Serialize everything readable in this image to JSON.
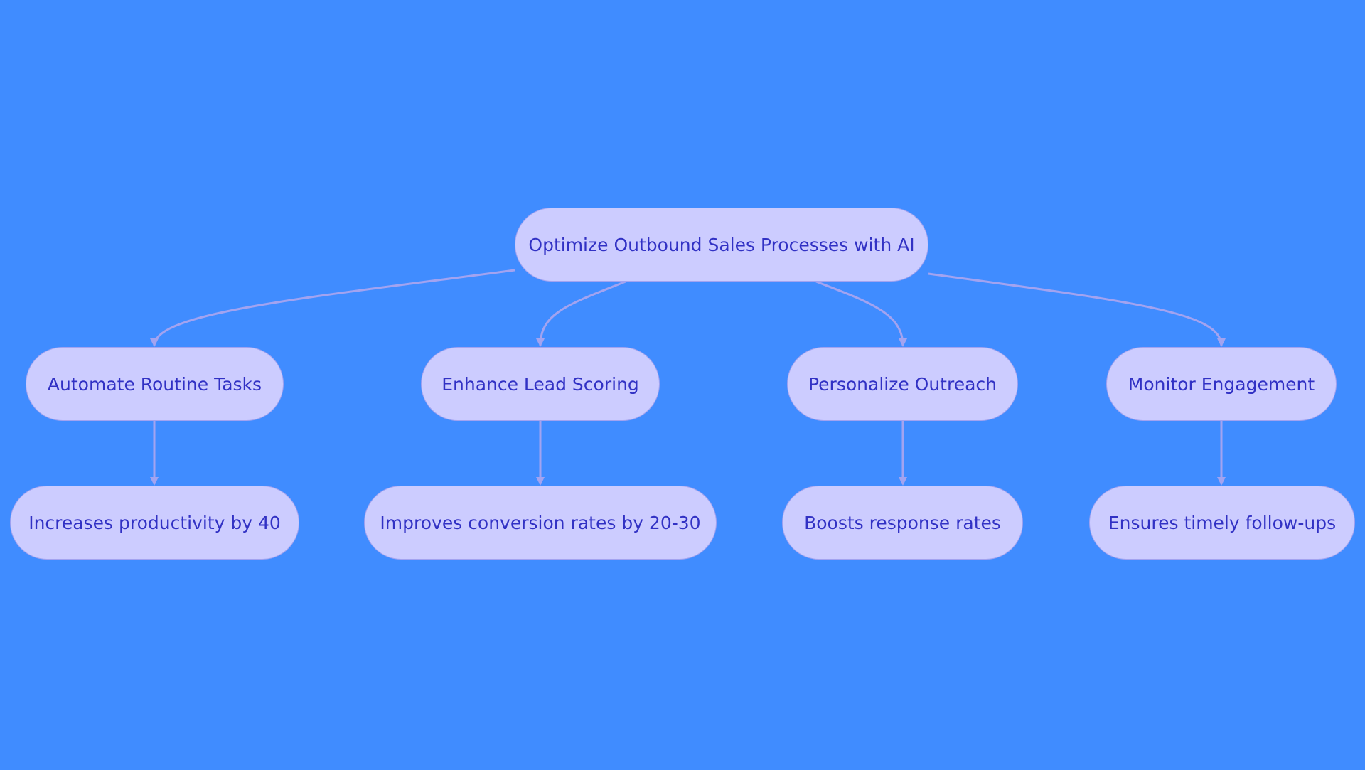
{
  "colors": {
    "background": "#408cff",
    "node_fill": "#ccccff",
    "node_border": "#a3a3f0",
    "node_text": "#3131c4",
    "edge": "#a3a3f0"
  },
  "diagram": {
    "root": "Optimize Outbound Sales Processes with AI",
    "children": [
      {
        "label": "Automate Routine Tasks",
        "outcome": "Increases productivity by 40"
      },
      {
        "label": "Enhance Lead Scoring",
        "outcome": "Improves conversion rates by 20-30"
      },
      {
        "label": "Personalize Outreach",
        "outcome": "Boosts response rates"
      },
      {
        "label": "Monitor Engagement",
        "outcome": "Ensures timely follow-ups"
      }
    ]
  }
}
